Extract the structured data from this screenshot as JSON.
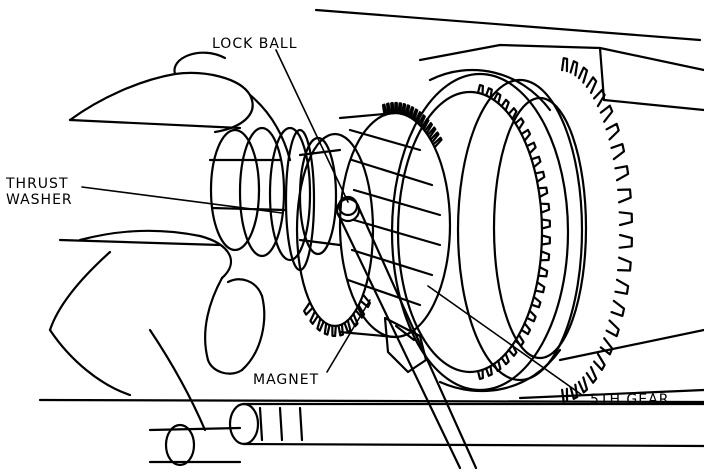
{
  "labels": {
    "lock_ball": "LOCK BALL",
    "thrust_washer": [
      "THRUST",
      "WASHER"
    ],
    "magnet": "MAGNET",
    "fifth_gear": "5TH GEAR"
  },
  "colors": {
    "ink": "#000000",
    "paper": "#ffffff"
  }
}
